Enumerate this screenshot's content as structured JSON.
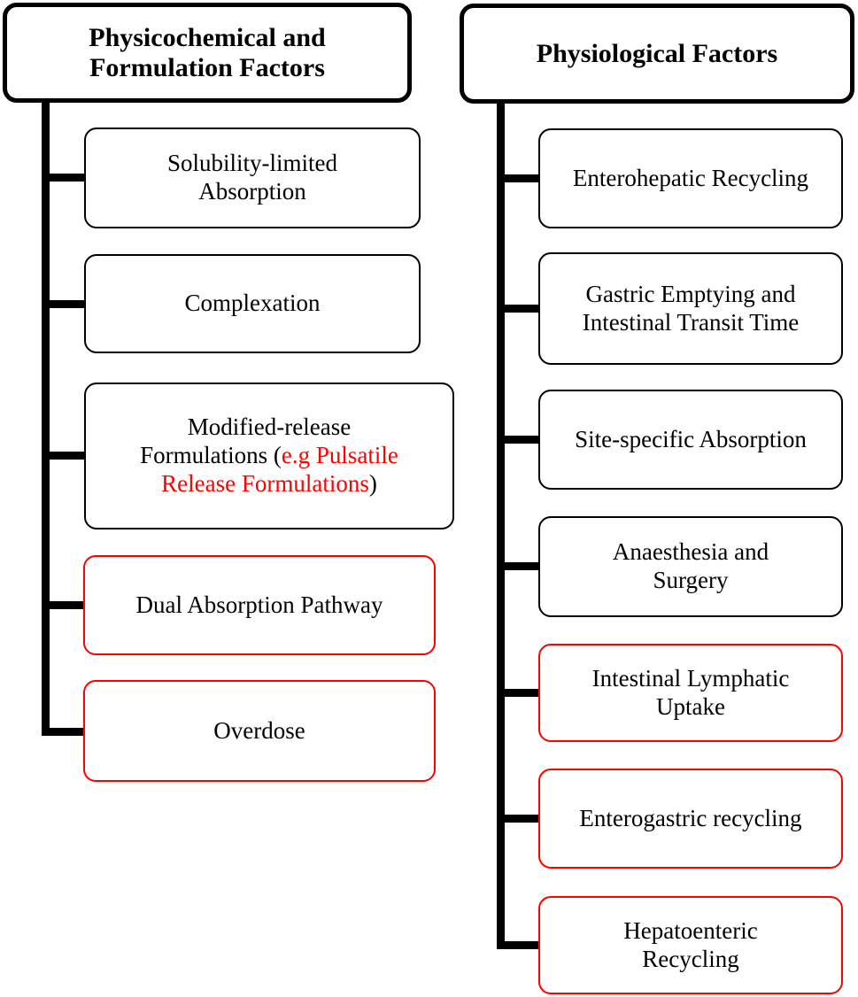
{
  "diagram": {
    "left_column": {
      "title": "Physicochemical and\nFormulation Factors",
      "items": [
        {
          "label": "Solubility-limited\nAbsorption",
          "highlight_border": false
        },
        {
          "label": "Complexation",
          "highlight_border": false
        },
        {
          "label_black_prefix": "Modified-release\nFormulations (",
          "label_red": "e.g Pulsatile\nRelease Formulations",
          "label_black_suffix": ")",
          "highlight_border": false
        },
        {
          "label": "Dual Absorption Pathway",
          "highlight_border": true
        },
        {
          "label": "Overdose",
          "highlight_border": true
        }
      ]
    },
    "right_column": {
      "title": "Physiological Factors",
      "items": [
        {
          "label": "Enterohepatic Recycling",
          "highlight_border": false
        },
        {
          "label": "Gastric Emptying and\nIntestinal Transit Time",
          "highlight_border": false
        },
        {
          "label": "Site-specific Absorption",
          "highlight_border": false
        },
        {
          "label": "Anaesthesia and\nSurgery",
          "highlight_border": false
        },
        {
          "label": "Intestinal Lymphatic\nUptake",
          "highlight_border": true
        },
        {
          "label": "Enterogastric recycling",
          "highlight_border": true
        },
        {
          "label": "Hepatoenteric\nRecycling",
          "highlight_border": true
        }
      ]
    },
    "colors": {
      "highlight_red": "#ff0000",
      "line_black": "#000000"
    }
  }
}
